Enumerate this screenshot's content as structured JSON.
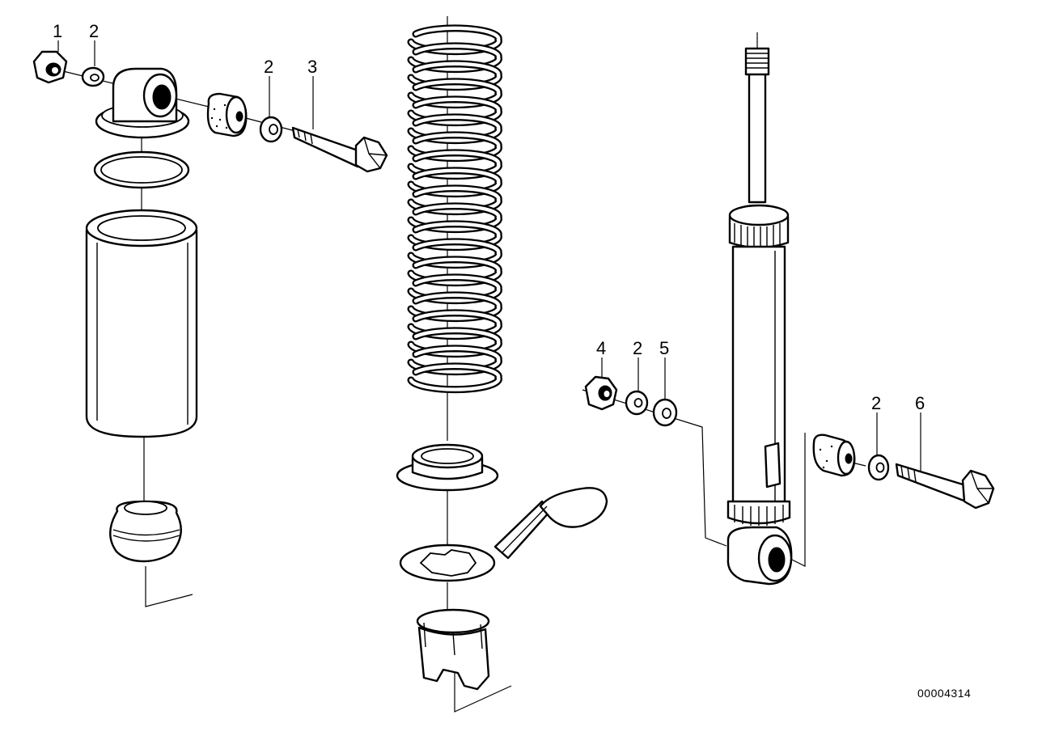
{
  "diagram": {
    "callouts": {
      "c1": "1",
      "c2a": "2",
      "c2b": "2",
      "c3": "3",
      "c4": "4",
      "c2c": "2",
      "c5": "5",
      "c2d": "2",
      "c6": "6"
    },
    "reference_number": "00004314"
  }
}
